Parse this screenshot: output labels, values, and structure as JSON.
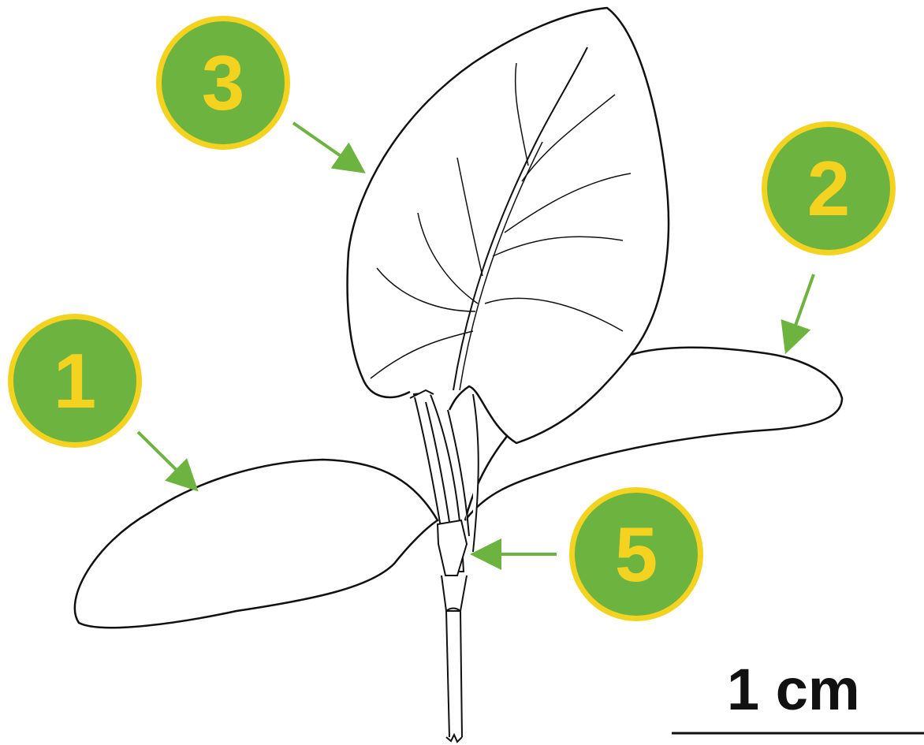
{
  "labels": {
    "label_1": "1",
    "label_2": "2",
    "label_3": "3",
    "label_5": "5"
  },
  "scale_bar": {
    "text": "1 cm"
  },
  "colors": {
    "badge_fill": "#6db33f",
    "badge_border": "#f3d320",
    "badge_text": "#f3d320",
    "arrow": "#6db33f",
    "line_art": "#111111"
  }
}
